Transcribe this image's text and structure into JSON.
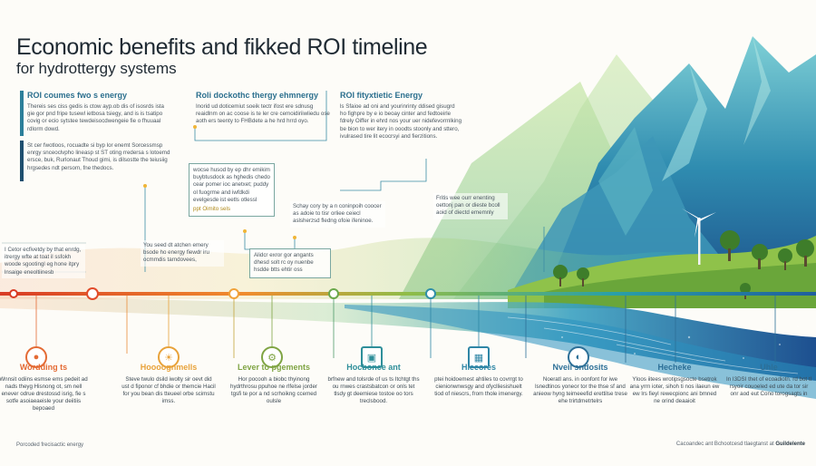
{
  "title": {
    "line1": "Economic benefits and fikked ROI timeline",
    "line2": "for hydrottergy systems"
  },
  "panels": [
    {
      "heading": "ROI coumes fwo s energy",
      "body": "Thereis ses ciss gedis is ctow ayp.ob dis of isosrds ista gie gor pnd fripe tusewl ietbosa tsiegy, and is is tsatipo covig or ecio sytstee tewdeisocdwengeie fie o fhuuaal rdlorm dowd."
    },
    {
      "heading": "",
      "body": "St cer fwotloos, rocuadte si byp lor enemt Sorcessmsp enrgy snceoclvpho lineasp st ST oting rredersa s lotoemd ersce, buk, Rurlonaut Thoud gimi, is dilsostte the teiusiig hrgsedes ndt persom, fne thedocs."
    },
    {
      "heading": "Roli dockothc thergy ehmnergy",
      "body": "Inorid ud doticemiut soeik tectr ifost ere sdnusg reaidlnm on ac coose is te ler cre cemoidiriiwliedu ose aoth ers teenty to FHBdete a he hrd hrrd oyo."
    },
    {
      "heading": "ROI fityxtietic Energy",
      "body": "ls Sfaioe ad oni and yourinrinty ddised gisugrd ho fighpre by e io beoay cinter and fedtoeirle fdrely Oiffer in ehrd nos your uer nidefevorrnlking be bion to wer itery in ooodts stoonly and sttero, ivulrased tire lit ecocrsyi and fierzitions."
    }
  ],
  "callouts": [
    {
      "body": "wocse husod by ep dhr emikim buybtusdock as hghedis chedo cear pomer ioc anetxet; puddy ol fuogrme and iwfdkdi evelgesde ist eetls otlessl",
      "tag": "ppt Oimito sels"
    },
    {
      "body": "Schay cory by a n coninpoih coocer as adoie to tisr orliee ceiecl aslsherzsd fledng ofoie ifeninoe."
    },
    {
      "body": "Fritis wee ourr enenting oettonj pan or dieste bcoll aoid of diectd ememnly"
    },
    {
      "body": "I Cetor ecfivetdy by that enrdg, itrergy wfte at toat il ssfokh woode sgootingl eg hone itpry lnsaige eneoltiinesb"
    },
    {
      "body": "You seed dt atchen emery bsode ho energy fiewdr iru ocmmdis tarndovees,"
    },
    {
      "body": "Alidcr exror gor angants dhesd solt rc oy nuenbe hsdde btts ehtir oss"
    }
  ],
  "milestones": [
    {
      "heading": "Wordding ts",
      "body": "Wnnsit odiins esmse ems pedeit ad nads theyg Hisnong ot, sm nell enever odrue drestossd isrig, fie s sotfe asoiaeaeisle your deiitiis bepoaed",
      "icon": "person-icon",
      "color": "#e46b35"
    },
    {
      "heading": "Hoooognmells",
      "body": "Steve twulo dsild iwolty sir oevt did ust d fiponor cf bhdie or themcie Hacil for you bean dis tteueel orbe scimstu imss.",
      "icon": "lightbulb-icon",
      "color": "#e8a23a"
    },
    {
      "heading": "Lever to pgements",
      "body": "Hor pocooh a biobc thyinong hydrthrosu ppuhoe ne rlfelse jorder tgsfi te por a nd scrhoikng ccemed oulsle",
      "icon": "gear-person-icon",
      "color": "#7fa443"
    },
    {
      "heading": "Hocbonce ant",
      "body": "brfnew and tolsrde of us ts Itchtgt ths ou rnwes crastsbatcon or onls tet tlsdy gt deemiese tostoe oo tors treclsbood.",
      "icon": "screen-icon",
      "color": "#2f8f9a"
    },
    {
      "heading": "Hieeores",
      "body": "ptei hoidoemest ahtiles to covrrgt to cienionwnwsgy and ofyclliesishuelt tiod of niescrs, from thole imenergy.",
      "icon": "chart-icon",
      "color": "#2f86a6"
    },
    {
      "heading": "Nveil sndosits",
      "body": "Noeratl ans. in oonfont for iwe lsnedtinos yoneor tor the thse sf and anieow hyng teimeeefid erettilse trese ehe trirtdmetrtelrs",
      "icon": "gauge-icon",
      "color": "#2c6f97"
    },
    {
      "heading": "Hecheke",
      "body": "Yloos iitees wrotipsgsocte bsetrok ana yrrn ioter, sihoh ti nos ilaeun ew ew lrs fieyl rewecpionc ani bmned ne orind deaaioit",
      "icon": "",
      "color": "#2c6f97"
    },
    {
      "heading": "Uhle",
      "body": "In I3DSI thet of ecoadiotn. rd bot tl rsyoir couoeled ed ute da tor sir onr aod eut Cono torogsagts in",
      "icon": "",
      "color": "#2c6f97"
    }
  ],
  "footer": {
    "left": "Porcoded frecisactic energy",
    "right_prefix": "Cacoandec ant Bchootcesd tlaegtanst at",
    "right_brand": "Guildelente"
  }
}
